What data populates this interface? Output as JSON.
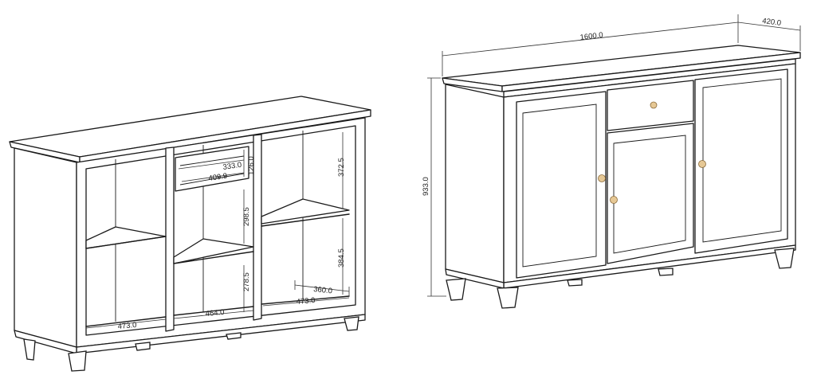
{
  "left_view": {
    "dimensions": {
      "inner_drawer_width": "333.0",
      "inner_drawer_depth": "409.9",
      "drawer_height": "126.0",
      "right_upper_height": "372.5",
      "middle_upper_height": "298.5",
      "right_lower_height": "384.5",
      "middle_lower_height": "278.5",
      "right_shelf_offset": "360.0",
      "left_bottom_width": "473.0",
      "middle_bottom_width": "464.0",
      "right_bottom_width": "473.0"
    }
  },
  "right_view": {
    "dimensions": {
      "total_width": "1600.0",
      "total_depth": "420.0",
      "total_height": "933.0"
    },
    "knob_color": "#e6c895"
  }
}
